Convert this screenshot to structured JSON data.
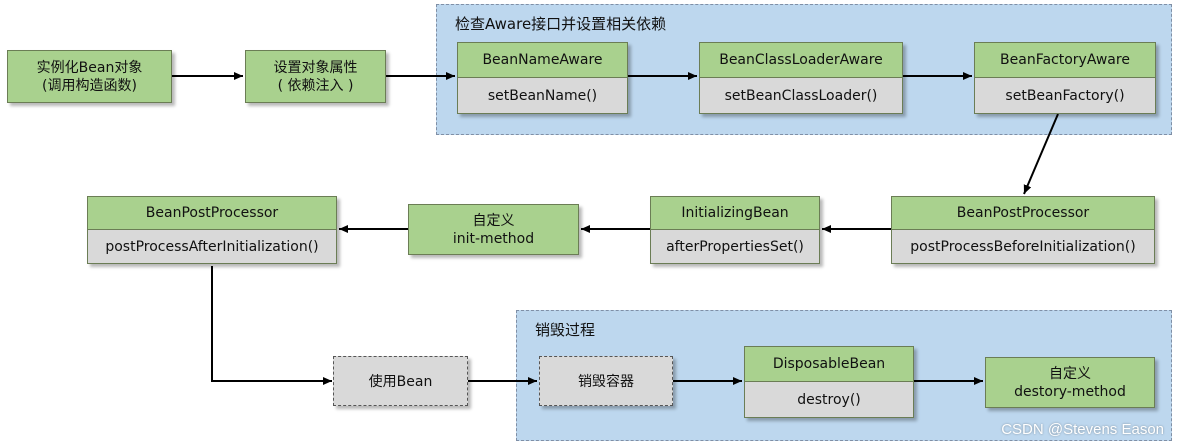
{
  "groups": {
    "aware": {
      "title": "检查Aware接口并设置相关依赖"
    },
    "destroy": {
      "title": "销毁过程"
    }
  },
  "nodes": {
    "instantiate": {
      "line1": "实例化Bean对象",
      "line2": "(调用构造函数)"
    },
    "populate": {
      "line1": "设置对象属性",
      "line2": "( 依赖注入 )"
    },
    "bean_name_aware": {
      "title": "BeanNameAware",
      "method": "setBeanName()"
    },
    "bean_classloader_aware": {
      "title": "BeanClassLoaderAware",
      "method": "setBeanClassLoader()"
    },
    "bean_factory_aware": {
      "title": "BeanFactoryAware",
      "method": "setBeanFactory()"
    },
    "bpp_before": {
      "title": "BeanPostProcessor",
      "method": "postProcessBeforeInitialization()"
    },
    "initializing_bean": {
      "title": "InitializingBean",
      "method": "afterPropertiesSet()"
    },
    "init_method": {
      "line1": "自定义",
      "line2": "init-method"
    },
    "bpp_after": {
      "title": "BeanPostProcessor",
      "method": "postProcessAfterInitialization()"
    },
    "use_bean": {
      "label": "使用Bean"
    },
    "destroy_container": {
      "label": "销毁容器"
    },
    "disposable_bean": {
      "title": "DisposableBean",
      "method": "destroy()"
    },
    "destroy_method": {
      "line1": "自定义",
      "line2": "destory-method"
    }
  },
  "watermark": "CSDN @Stevens Eason",
  "colors": {
    "node_green": "#a9d18e",
    "node_gray": "#d9d9d9",
    "group_blue": "#bdd7ee",
    "arrow": "#000000"
  }
}
